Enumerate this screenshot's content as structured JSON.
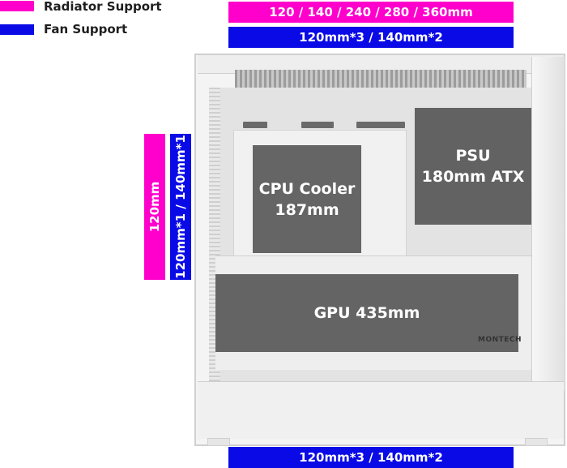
{
  "legend": {
    "radiator_label": "Radiator Support",
    "fan_label": "Fan Support"
  },
  "colors": {
    "radiator": "#ff00cc",
    "fan": "#0a0ae6",
    "overlay": "#464646"
  },
  "top": {
    "radiator": "120 / 140 / 240 / 280 / 360mm",
    "fan": "120mm*3 / 140mm*2"
  },
  "bottom": {
    "fan": "120mm*3 / 140mm*2"
  },
  "rear": {
    "radiator": "120mm",
    "fan": "120mm*1 / 140mm*1"
  },
  "cpu": {
    "line1": "CPU Cooler",
    "line2": "187mm"
  },
  "psu": {
    "line1": "PSU",
    "line2": "180mm ATX"
  },
  "gpu": {
    "label": "GPU 435mm"
  },
  "brand": "MONTECH"
}
